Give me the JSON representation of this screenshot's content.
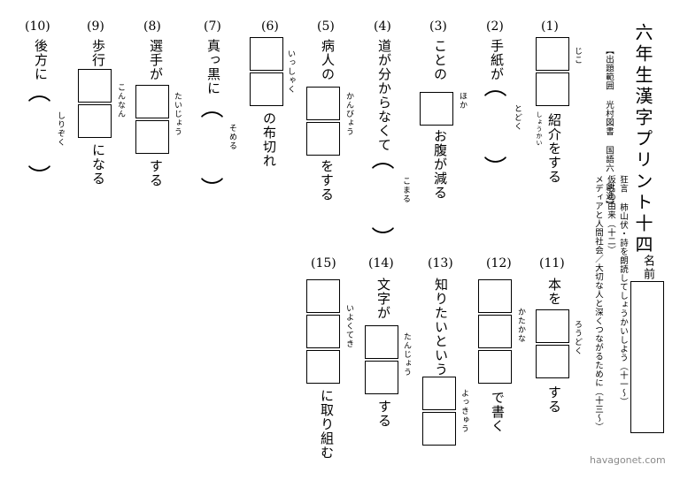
{
  "sheet": {
    "title": "六年生漢字プリント十四",
    "range_label": "【出題範囲 光村図書 国語六 創造】",
    "range_lines": [
      "狂言 柿山伏・詩を朗読してしょうかいしよう（十一〜）",
      "仮名の由来（十二）",
      "メディアと人間社会／大切な人と深くつながるために（十三〜）"
    ],
    "name_label": "名前",
    "footer": "havagonet.com"
  },
  "questions": [
    {
      "num": "(1)",
      "furi1": "じこ",
      "furi2": "しょうかい",
      "text": "紹介をする"
    },
    {
      "num": "(2)",
      "before": "手紙が",
      "furi": "とどく"
    },
    {
      "num": "(3)",
      "before": "ことの",
      "furi": "ほか",
      "after": "お腹が減る"
    },
    {
      "num": "(4)",
      "before": "道が分からなくて",
      "furi": "こまる"
    },
    {
      "num": "(5)",
      "before": "病人の",
      "furi": "かんびょう",
      "after": "をする"
    },
    {
      "num": "(6)",
      "furi": "いっしゃく",
      "after": "の布切れ"
    },
    {
      "num": "(7)",
      "before": "真っ黒に",
      "furi": "そめる"
    },
    {
      "num": "(8)",
      "before": "選手が",
      "furi": "たいじょう",
      "after": "する"
    },
    {
      "num": "(9)",
      "before": "歩行",
      "furi": "こんなん",
      "after": "になる"
    },
    {
      "num": "(10)",
      "before": "後方に",
      "furi": "しりぞく"
    },
    {
      "num": "(11)",
      "before": "本を",
      "furi": "ろうどく",
      "after": "する"
    },
    {
      "num": "(12)",
      "furi": "かたかな",
      "after": "で書く"
    },
    {
      "num": "(13)",
      "before": "知りたいという",
      "furi": "よっきゅう"
    },
    {
      "num": "(14)",
      "before": "文字が",
      "furi": "たんじょう",
      "after": "する"
    },
    {
      "num": "(15)",
      "furi": "いよくてき",
      "after": "に取り組む"
    }
  ]
}
